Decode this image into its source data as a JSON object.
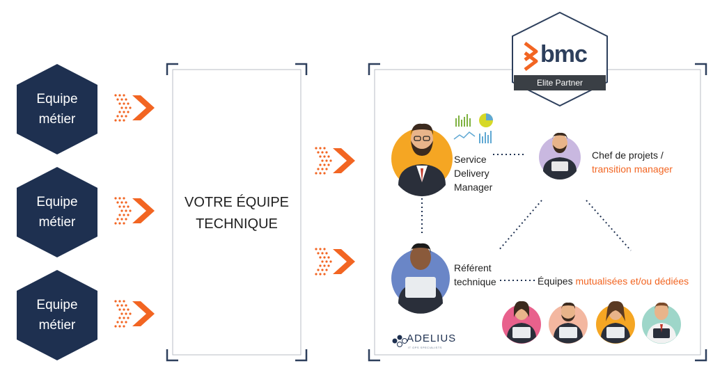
{
  "teams": [
    {
      "line1": "Equipe",
      "line2": "métier"
    },
    {
      "line1": "Equipe",
      "line2": "métier"
    },
    {
      "line1": "Equipe",
      "line2": "métier"
    }
  ],
  "center_box": {
    "line1": "VOTRE ÉQUIPE",
    "line2": "TECHNIQUE"
  },
  "badge": {
    "brand": "bmc",
    "tagline": "Elite Partner"
  },
  "roles": {
    "sdm": {
      "line1": "Service",
      "line2": "Delivery",
      "line3": "Manager"
    },
    "chef": {
      "line1": "Chef de projets /",
      "line2": "transition manager"
    },
    "referent": {
      "line1": "Référent",
      "line2": "technique"
    },
    "equipes": {
      "prefix": "Équipes ",
      "highlight": "mutualisées et/ou dédiées"
    }
  },
  "logo": {
    "name": "ADELIUS",
    "tagline": "IT OPS SPECIALISTS"
  },
  "colors": {
    "navy": "#1e3050",
    "orange": "#f26522",
    "bracket": "#2d3f5c"
  }
}
